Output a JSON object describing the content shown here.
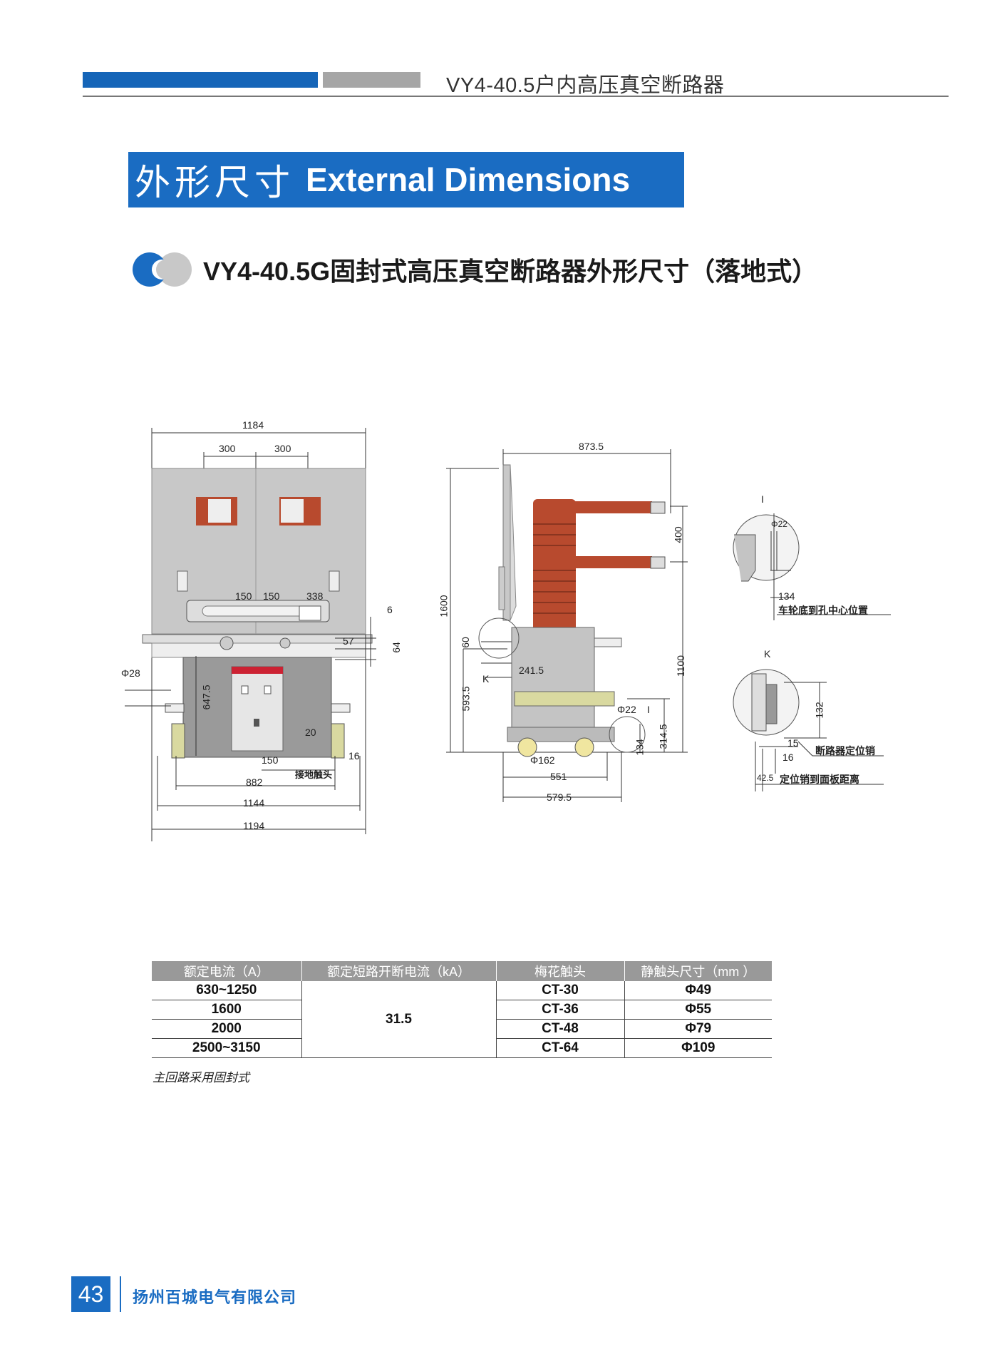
{
  "header": {
    "title": "VY4-40.5户内高压真空断路器"
  },
  "section": {
    "title_cn": "外形尺寸",
    "title_en": "External Dimensions"
  },
  "subtitle": "VY4-40.5G固封式高压真空断路器外形尺寸（落地式）",
  "front_view": {
    "dims": {
      "w1184": "1184",
      "w300a": "300",
      "w300b": "300",
      "w150a": "150",
      "w150b": "150",
      "w338": "338",
      "d6": "6",
      "d57": "57",
      "d64": "64",
      "phi28": "Φ28",
      "h6475": "647.5",
      "d20": "20",
      "d150": "150",
      "d16": "16",
      "w882": "882",
      "w1144": "1144",
      "w1194": "1194"
    },
    "label_ground": "接地触头"
  },
  "side_view": {
    "dims": {
      "w8735": "873.5",
      "h400": "400",
      "h1600": "1600",
      "h60": "60",
      "k": "K",
      "w2415": "241.5",
      "h1100": "1100",
      "h5935": "593.5",
      "phi22": "Φ22",
      "i": "I",
      "h3145": "314.5",
      "h134": "134",
      "phi162": "Φ162",
      "w551": "551",
      "w5795": "579.5"
    }
  },
  "detail_i": {
    "label": "I",
    "phi22": "Φ22",
    "d134": "134",
    "caption": "车轮底到孔中心位置"
  },
  "detail_k": {
    "label": "K",
    "d132": "132",
    "d15": "15",
    "d16": "16",
    "d425": "42.5",
    "caption1": "断路器定位销",
    "caption2": "定位销到面板距离"
  },
  "spec_table": {
    "headers": [
      "额定电流（A）",
      "额定短路开断电流（kA）",
      "梅花触头",
      "静触头尺寸（mm ）"
    ],
    "rows": [
      {
        "current": "630~1250",
        "contact": "CT-30",
        "size": "Φ49"
      },
      {
        "current": "1600",
        "contact": "CT-36",
        "size": "Φ55"
      },
      {
        "current": "2000",
        "contact": "CT-48",
        "size": "Φ79"
      },
      {
        "current": "2500~3150",
        "contact": "CT-64",
        "size": "Φ109"
      }
    ],
    "breaking_current": "31.5",
    "note": "主回路采用固封式"
  },
  "footer": {
    "page": "43",
    "company": "扬州百城电气有限公司"
  },
  "colors": {
    "brand_blue": "#1a6cc2",
    "insulator_red": "#b84a2e",
    "panel_gray": "#c4c4c4"
  }
}
